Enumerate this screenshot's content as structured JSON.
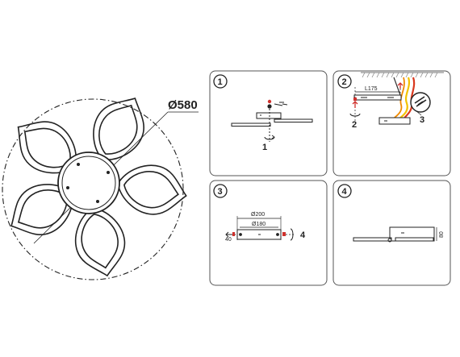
{
  "overview": {
    "diameter_label": "Ø580"
  },
  "steps": [
    {
      "number": "1",
      "callouts": [
        "1"
      ]
    },
    {
      "number": "2",
      "length_label": "L175",
      "callouts": [
        "2",
        "3"
      ]
    },
    {
      "number": "3",
      "outer_dim": "Ø200",
      "inner_dim": "Ø180",
      "side_dim": "40",
      "callouts": [
        "4"
      ]
    },
    {
      "number": "4",
      "height_dim": "80"
    }
  ],
  "colors": {
    "line": "#222222",
    "wire_yellow": "#f2c200",
    "wire_red": "#d9381e",
    "wire_orange": "#f08a00",
    "arrow_red": "#d0312d"
  }
}
